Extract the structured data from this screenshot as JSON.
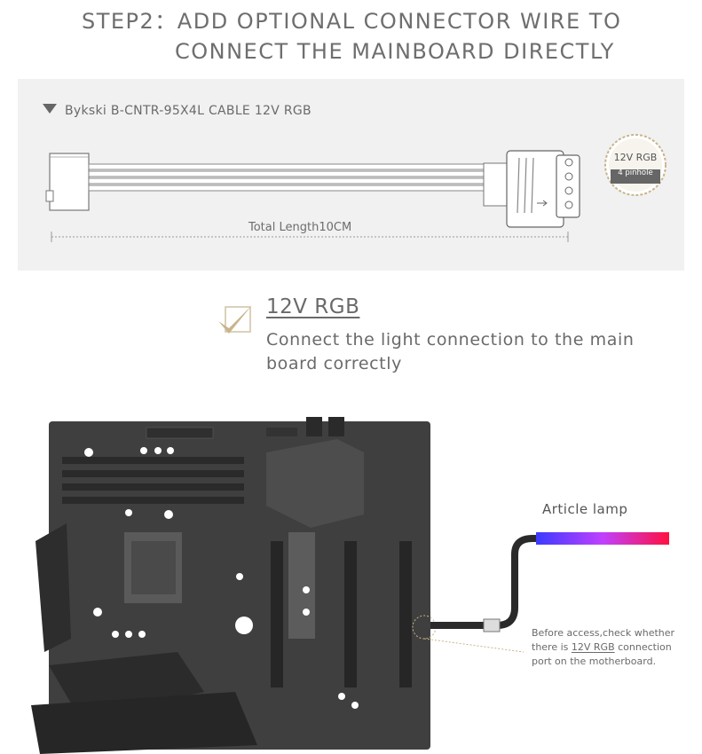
{
  "header": {
    "line1": "STEP2：ADD OPTIONAL CONNECTOR WIRE TO",
    "line2": "CONNECT THE MAINBOARD DIRECTLY"
  },
  "cable": {
    "label": "Bykski B-CNTR-95X4L  CABLE 12V RGB",
    "length": "Total Length10CM",
    "badge_top": "12V RGB",
    "badge_bottom": "4 pinhole"
  },
  "check": {
    "title": "12V RGB",
    "description": "Connect the light connection to the main board correctly"
  },
  "board": {
    "lamp_label": "Article lamp",
    "note_before": "Before access,check whether there is ",
    "note_highlight": "12V RGB",
    "note_after": " connection port on the motherboard."
  },
  "colors": {
    "accent_gold": "#c9b48c",
    "board_dark": "#3d3d3d",
    "lamp_start": "#3b3bff",
    "lamp_end": "#ff1040"
  }
}
